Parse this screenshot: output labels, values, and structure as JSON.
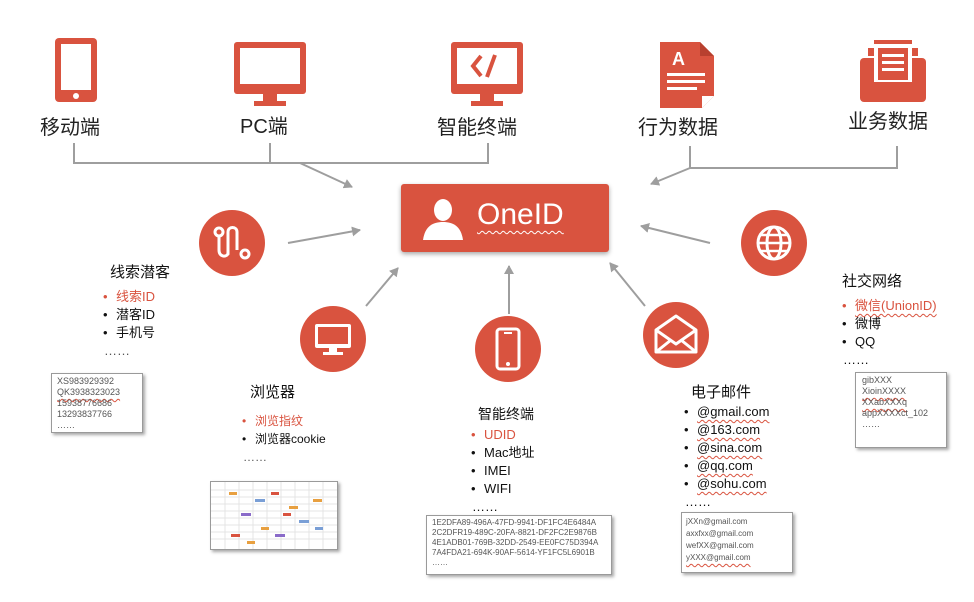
{
  "sources": [
    {
      "label": "移动端",
      "icon": "mobile-icon"
    },
    {
      "label": "PC端",
      "icon": "monitor-icon"
    },
    {
      "label": "智能终端",
      "icon": "code-monitor-icon"
    },
    {
      "label": "行为数据",
      "icon": "document-icon"
    },
    {
      "label": "业务数据",
      "icon": "file-stack-icon"
    }
  ],
  "center": {
    "label": "OneID",
    "icon": "user-icon"
  },
  "colors": {
    "accent": "#d9533f",
    "line": "#9e9e9e"
  },
  "groups": {
    "leads": {
      "title": "线索潜客",
      "items": [
        "线索ID",
        "潜客ID",
        "手机号"
      ],
      "more": "……",
      "card": [
        "XS983929392",
        "QK3938323023",
        "15938776686",
        "13293837766"
      ],
      "card_more": "……",
      "icon": "route-icon"
    },
    "browser": {
      "title": "浏览器",
      "items": [
        "浏览指纹",
        "浏览器cookie"
      ],
      "more": "……",
      "icon": "browser-monitor-icon"
    },
    "device": {
      "title": "智能终端",
      "items": [
        "UDID",
        "Mac地址",
        "IMEI",
        "WIFI"
      ],
      "more": "……",
      "card": [
        "1E2DFA89-496A-47FD-9941-DF1FC4E6484A",
        "2C2DFR19-489C-20FA-8821-DF2FC2E9876B",
        "4E1ADB01-769B-32DD-2549-EE0FC75D394A",
        "7A4FDA21-694K-90AF-5614-YF1FC5L6901B"
      ],
      "card_more": "……",
      "icon": "smartphone-icon"
    },
    "email": {
      "title": "电子邮件",
      "items": [
        "@gmail.com",
        "@163.com",
        "@sina.com",
        "@qq.com",
        "@sohu.com"
      ],
      "more": "……",
      "card": [
        "jXXn@gmail.com",
        "axxfxx@gmail.com",
        "wefXX@gmail.com",
        "yXXX@gmail.com"
      ],
      "icon": "envelope-icon"
    },
    "social": {
      "title": "社交网络",
      "items": [
        "微信(UnionID)",
        "微博",
        "QQ"
      ],
      "more": "……",
      "card": [
        "gibXXX",
        "XioinXXXX",
        "XXabXXXq",
        "appXXXXct_102"
      ],
      "card_more": "……",
      "icon": "globe-icon"
    }
  }
}
